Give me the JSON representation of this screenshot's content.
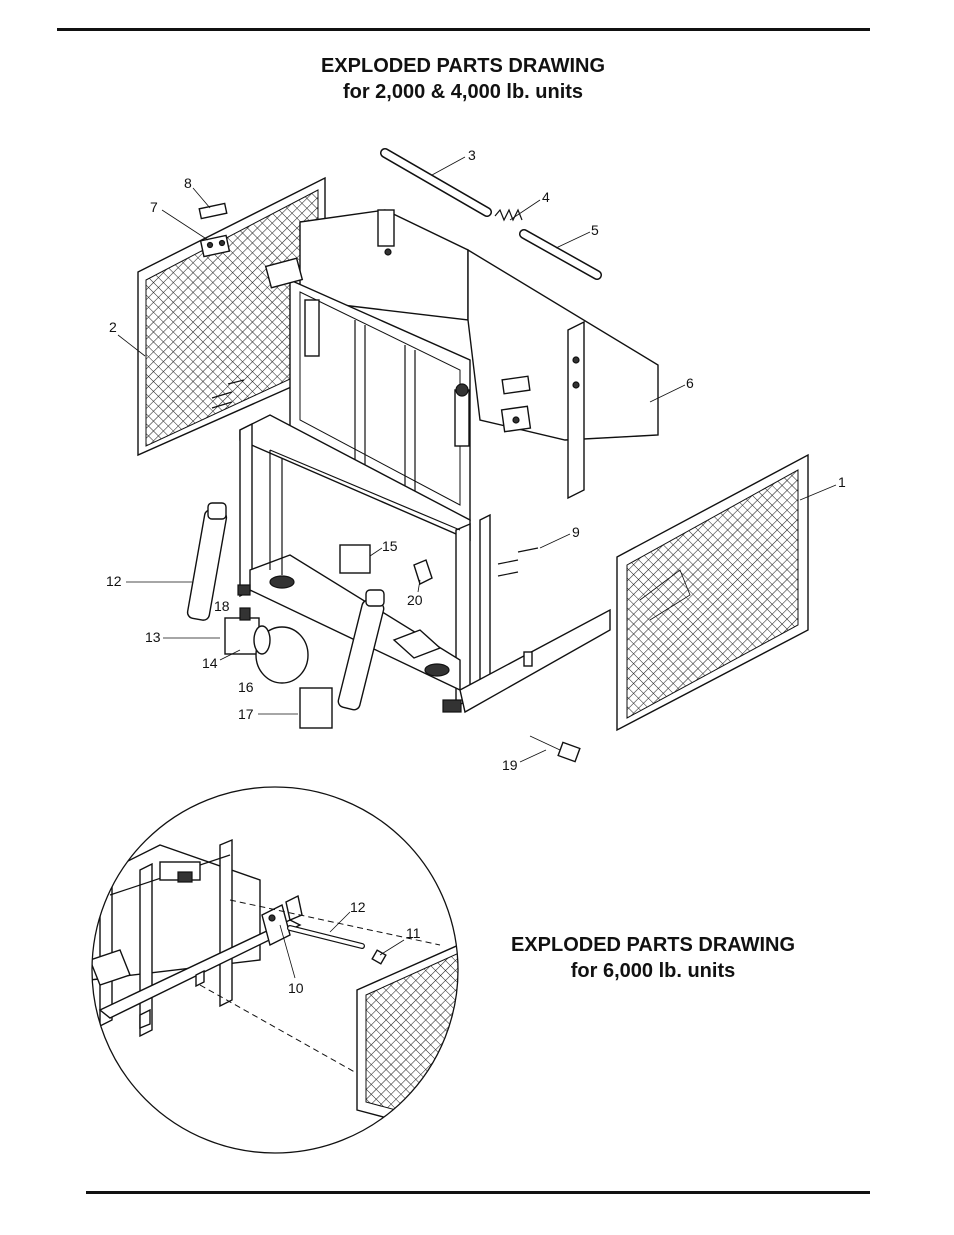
{
  "title_top": {
    "line1": "EXPLODED  PARTS  DRAWING",
    "line2": "for 2,000 & 4,000 lb. units"
  },
  "title_bottom": {
    "line1": "EXPLODED  PARTS  DRAWING",
    "line2": "for 6,000 lb. units"
  },
  "callouts_top": [
    "1",
    "2",
    "3",
    "4",
    "5",
    "6",
    "7",
    "8",
    "9",
    "12",
    "13",
    "14",
    "15",
    "16",
    "17",
    "18",
    "19",
    "20"
  ],
  "callouts_detail": [
    "10",
    "11",
    "12"
  ]
}
